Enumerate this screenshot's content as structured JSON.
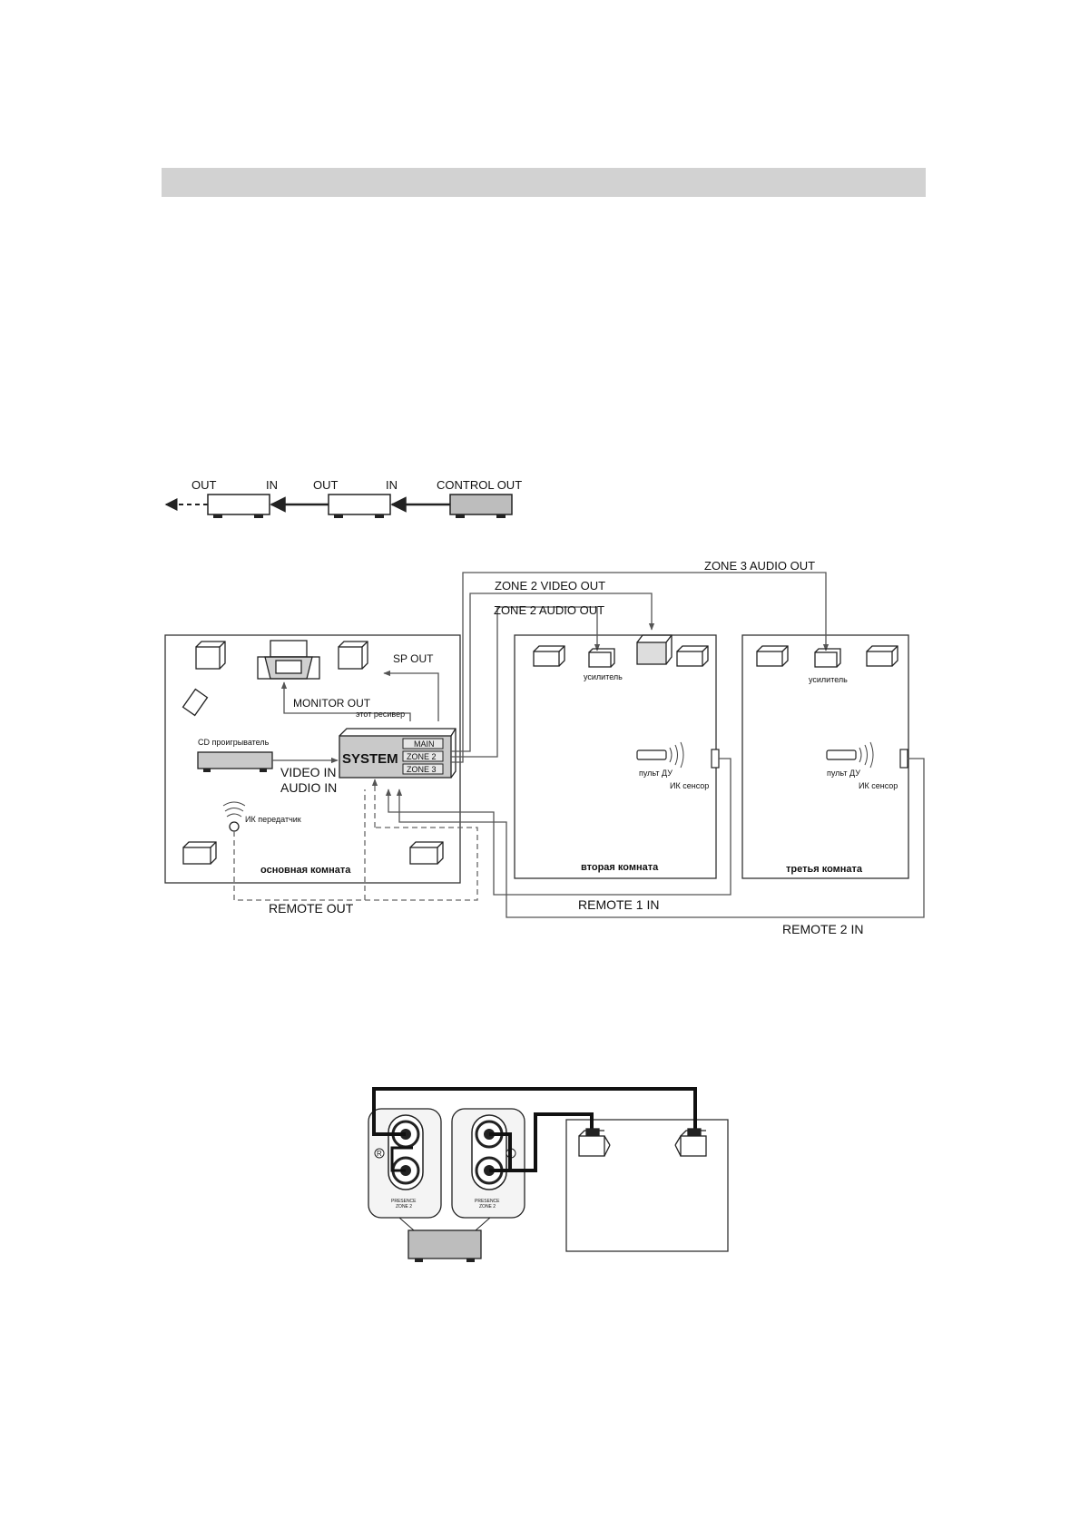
{
  "chain": {
    "out_1": "OUT",
    "in_1": "IN",
    "out_2": "OUT",
    "in_2": "IN",
    "control_out": "CONTROL OUT"
  },
  "multiroom": {
    "zone3_audio_out": "ZONE 3 AUDIO OUT",
    "zone2_video_out": "ZONE 2 VIDEO OUT",
    "zone2_audio_out": "ZONE 2 AUDIO OUT",
    "sp_out": "SP OUT",
    "monitor_out": "MONITOR OUT",
    "receiver_caption": "этот ресивер",
    "system_label": "SYSTEM",
    "main_label": "MAIN",
    "zone2_label": "ZONE 2",
    "zone3_label": "ZONE 3",
    "cd_player": "CD проигрыватель",
    "video_in": "VIDEO IN",
    "audio_in": "AUDIO IN",
    "ir_transmitter": "ИК передатчик",
    "main_room": "основная комната",
    "remote_out": "REMOTE OUT",
    "room2": {
      "amplifier": "усилитель",
      "remote": "пульт ДУ",
      "ir_sensor": "ИК сенсор",
      "name": "вторая комната"
    },
    "room3": {
      "amplifier": "усилитель",
      "remote": "пульт ДУ",
      "ir_sensor": "ИК сенсор",
      "name": "третья комната"
    },
    "remote_1_in": "REMOTE 1 IN",
    "remote_2_in": "REMOTE 2 IN"
  },
  "presence": {
    "r_terminal": "R",
    "l_terminal": "L",
    "plate_label_r_1": "PRESENCE",
    "plate_label_r_2": "ZONE 2",
    "plate_label_l_1": "PRESENCE",
    "plate_label_l_2": "ZONE 2"
  }
}
